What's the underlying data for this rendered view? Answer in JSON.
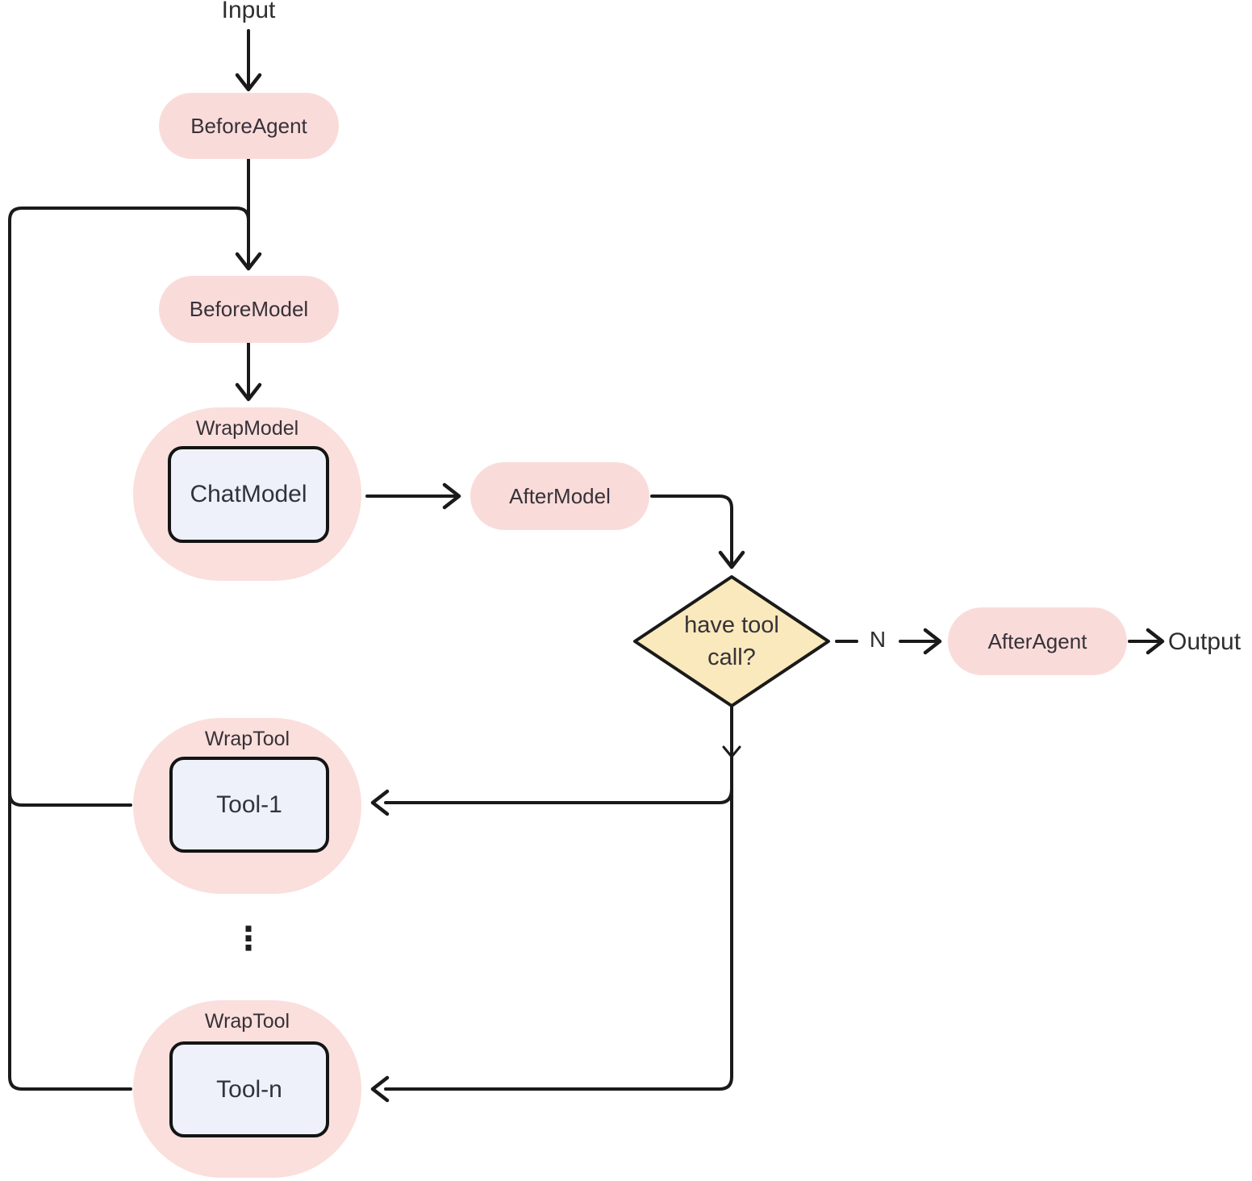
{
  "flowchart": {
    "terminals": {
      "input": "Input",
      "output": "Output"
    },
    "pills": {
      "before_agent": "BeforeAgent",
      "before_model": "BeforeModel",
      "after_model": "AfterModel",
      "after_agent": "AfterAgent"
    },
    "wrappers": {
      "wrap_model_label": "WrapModel",
      "chat_model": "ChatModel",
      "wrap_tool_1_label": "WrapTool",
      "tool_1": "Tool-1",
      "wrap_tool_n_label": "WrapTool",
      "tool_n": "Tool-n"
    },
    "decision": {
      "question": "have tool call?",
      "no_label": "N"
    },
    "ellipsis": "⋮",
    "colors": {
      "node_pink": "#f9dcda",
      "decision_yellow": "#f9e9bc",
      "inner_blue": "#eef1fa",
      "stroke": "#1a1a1a",
      "text": "#343434"
    }
  }
}
